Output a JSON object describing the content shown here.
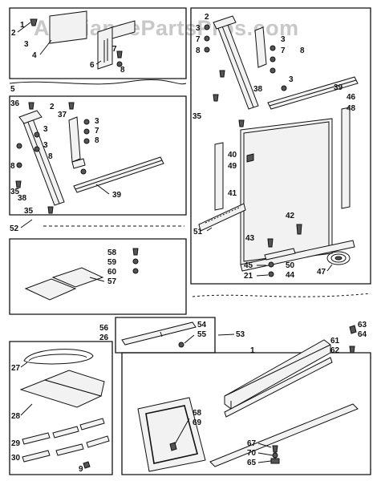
{
  "watermark": "AppliancePartsPros.com",
  "callouts": {
    "p2a": "2",
    "p1": "1",
    "p3a": "3",
    "p4": "4",
    "p7a": "7",
    "p6": "6",
    "p8a": "8",
    "p5": "5",
    "p36": "36",
    "p2b": "2",
    "p37": "37",
    "p3b": "3",
    "p7b": "7",
    "p3c": "3",
    "p8b": "8",
    "p3d": "3",
    "p8c": "8",
    "p8d": "8",
    "p35a": "35",
    "p38a": "38",
    "p39a": "39",
    "p35b": "35",
    "p52": "52",
    "p2c": "2",
    "p3e": "3",
    "p7c": "7",
    "p8e": "8",
    "p3f": "3",
    "p7d": "7",
    "p8f": "8",
    "p38b": "38",
    "p3g": "3",
    "p35c": "35",
    "p39b": "39",
    "p46": "46",
    "p48": "48",
    "p40": "40",
    "p49": "49",
    "p41": "41",
    "p42": "42",
    "p51": "51",
    "p43": "43",
    "p45": "45",
    "p50": "50",
    "p21": "21",
    "p44": "44",
    "p47": "47",
    "p58": "58",
    "p59": "59",
    "p60": "60",
    "p57": "57",
    "p56": "56",
    "p26": "26",
    "p54": "54",
    "p55": "55",
    "p53": "53",
    "p27": "27",
    "p28": "28",
    "p29": "29",
    "p30": "30",
    "p9": "9",
    "p61": "61",
    "p62": "62",
    "p63": "63",
    "p64": "64",
    "p68": "68",
    "p69": "69",
    "p67": "67",
    "p70": "70",
    "p65": "65"
  }
}
